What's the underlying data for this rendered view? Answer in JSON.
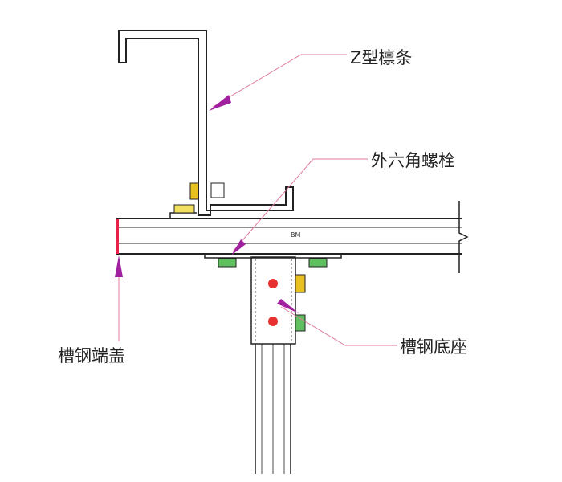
{
  "labels": {
    "purlin": "Z型檩条",
    "bolt": "外六角螺栓",
    "end_cap": "槽钢端盖",
    "base": "槽钢底座",
    "beam_mark": "BM"
  },
  "colors": {
    "leader": "#e07aa0",
    "arrow": "#a020a0",
    "end_cap": "#e8204a",
    "bolt_yellow": "#e8c020",
    "bolt_green": "#30b040",
    "hole_red": "#e83030"
  }
}
